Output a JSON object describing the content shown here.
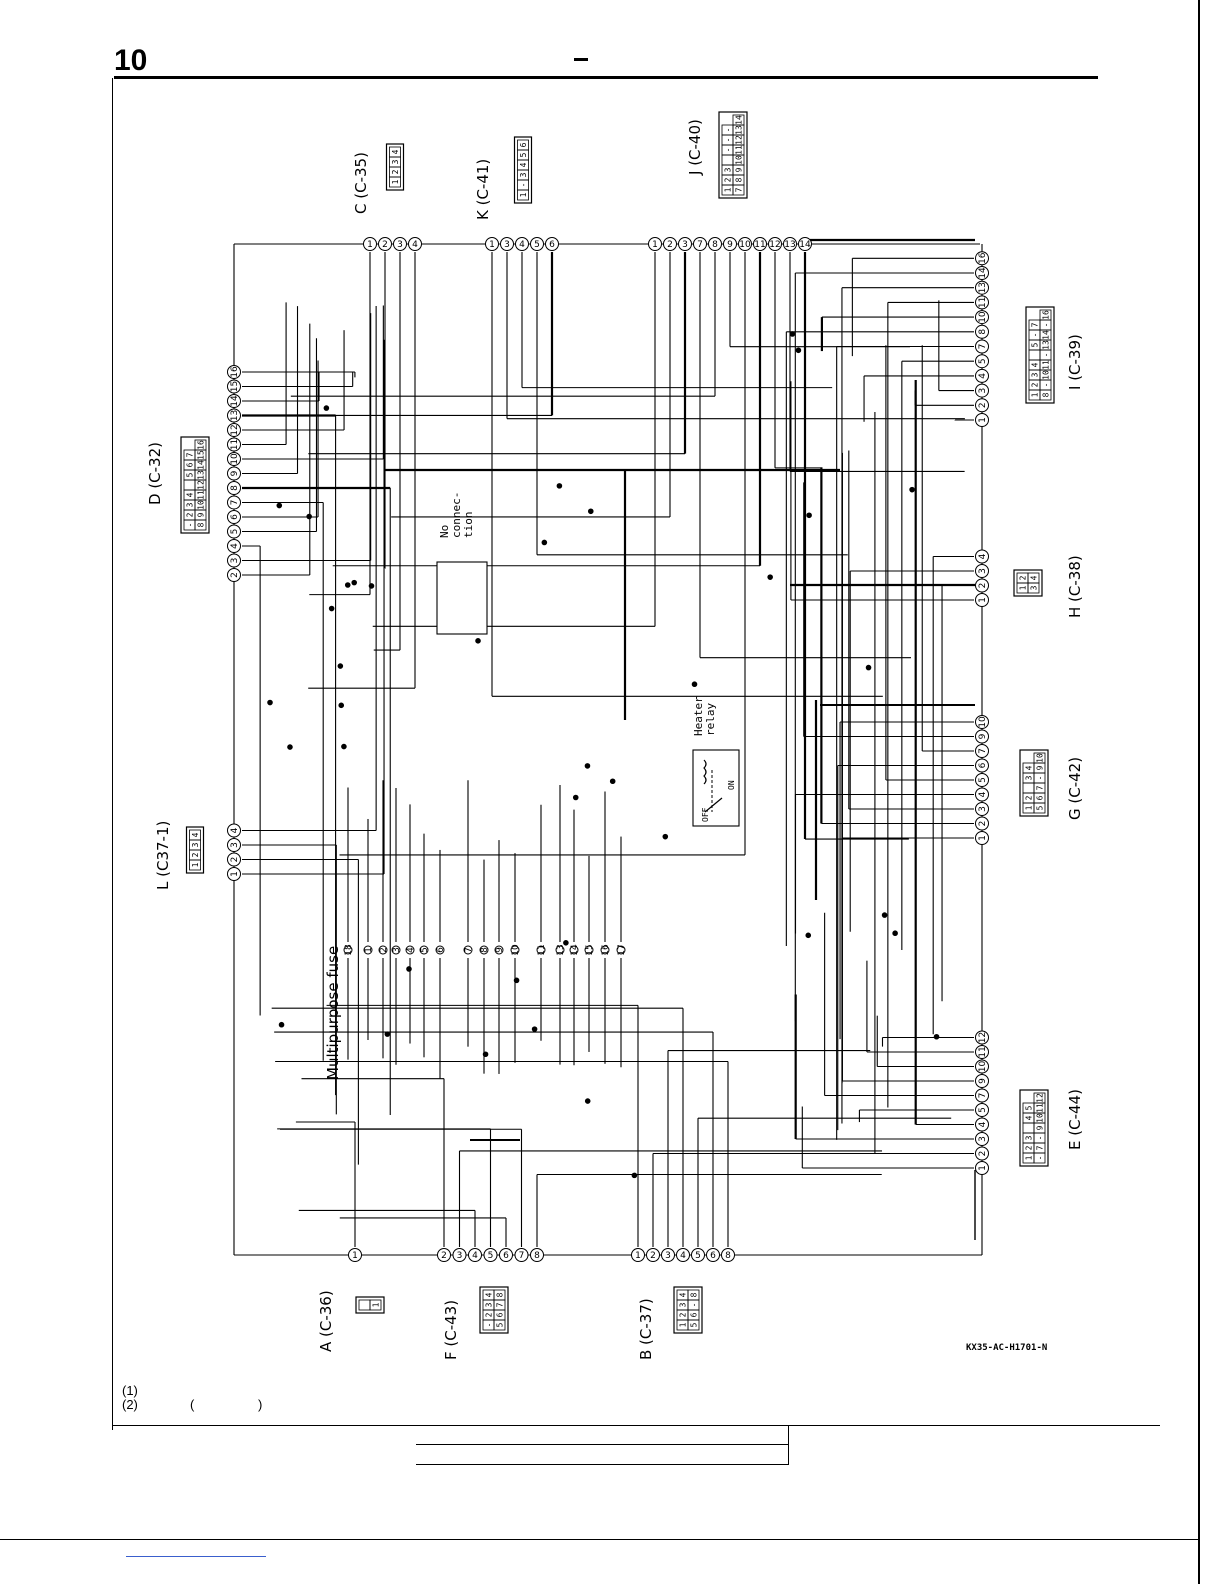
{
  "header": {
    "page_number": "10"
  },
  "diagram": {
    "connectors": [
      {
        "label": "A (C-36)",
        "cells_top": [
          ""
        ],
        "cells_bottom": [
          "1"
        ]
      },
      {
        "label": "F (C-43)",
        "cells_top": [
          "-",
          "2",
          "3",
          "4"
        ],
        "cells_bottom": [
          "5",
          "6",
          "7",
          "8"
        ]
      },
      {
        "label": "B (C-37)",
        "cells_top": [
          "1",
          "2",
          "3",
          "4"
        ],
        "cells_bottom": [
          "5",
          "6",
          "-",
          "8"
        ]
      },
      {
        "label": "L (C37-1)",
        "cells_top": [],
        "cells_bottom": [
          "1",
          "2",
          "3",
          "4"
        ]
      },
      {
        "label": "D (C-32)",
        "cells_top": [
          "-",
          "2",
          "3",
          "4",
          "",
          "5",
          "6",
          "7"
        ],
        "cells_bottom": [
          "8",
          "9",
          "10",
          "11",
          "12",
          "13",
          "14",
          "15",
          "16"
        ]
      },
      {
        "label": "C (C-35)",
        "cells_top": [
          "1",
          "2",
          "3",
          "4"
        ],
        "cells_bottom": []
      },
      {
        "label": "K (C-41)",
        "cells_top": [
          "1",
          "-",
          "3",
          "4",
          "5",
          "6"
        ],
        "cells_bottom": []
      },
      {
        "label": "J (C-40)",
        "cells_top": [
          "1",
          "2",
          "3",
          "",
          "-",
          "-",
          "-"
        ],
        "cells_bottom": [
          "7",
          "8",
          "9",
          "10",
          "11",
          "12",
          "13",
          "14"
        ]
      },
      {
        "label": "I (C-39)",
        "cells_top": [
          "1",
          "2",
          "3",
          "4",
          "",
          "5",
          "-",
          "7"
        ],
        "cells_bottom": [
          "8",
          "-",
          "10",
          "11",
          "-",
          "13",
          "14",
          "-",
          "16"
        ]
      },
      {
        "label": "H (C-38)",
        "cells_top": [
          "1",
          "2"
        ],
        "cells_bottom": [
          "3",
          "4"
        ]
      },
      {
        "label": "G (C-42)",
        "cells_top": [
          "1",
          "2",
          "",
          "3",
          "4"
        ],
        "cells_bottom": [
          "5",
          "6",
          "7",
          "-",
          "9",
          "10"
        ]
      },
      {
        "label": "E (C-44)",
        "cells_top": [
          "1",
          "2",
          "3",
          "",
          "4",
          "5"
        ],
        "cells_bottom": [
          "-",
          "7",
          "-",
          "9",
          "10",
          "11",
          "12"
        ]
      }
    ],
    "labels": {
      "multipurpose_fuse": "Multipurpose fuse",
      "no_connection": "No connec- tion",
      "heater_relay": "Heater relay",
      "relay_off": "OFF",
      "relay_on": "ON",
      "drawing_code": "KX35-AC-H1701-N"
    },
    "pins": {
      "A": [
        "1"
      ],
      "F": [
        "2",
        "3",
        "4",
        "5",
        "6",
        "7",
        "8"
      ],
      "B": [
        "1",
        "2",
        "3",
        "4",
        "5",
        "6",
        "8"
      ],
      "L": [
        "1",
        "2",
        "3",
        "4"
      ],
      "D": [
        "2",
        "3",
        "4",
        "5",
        "6",
        "7",
        "8",
        "9",
        "10",
        "11",
        "12",
        "13",
        "14",
        "15",
        "16"
      ],
      "C": [
        "1",
        "2",
        "3",
        "4"
      ],
      "K": [
        "1",
        "3",
        "4",
        "5",
        "6"
      ],
      "J": [
        "1",
        "2",
        "3",
        "7",
        "8",
        "9",
        "10",
        "11",
        "12",
        "13",
        "14"
      ],
      "I": [
        "1",
        "2",
        "3",
        "4",
        "5",
        "7",
        "8",
        "10",
        "11",
        "13",
        "14",
        "16"
      ],
      "H": [
        "1",
        "2",
        "3",
        "4"
      ],
      "G": [
        "1",
        "2",
        "3",
        "4",
        "5",
        "6",
        "7",
        "9",
        "10"
      ],
      "E": [
        "1",
        "2",
        "3",
        "4",
        "5",
        "7",
        "9",
        "10",
        "11",
        "12"
      ],
      "fuse": [
        "18",
        "1",
        "2",
        "3",
        "4",
        "5",
        "6",
        "7",
        "8",
        "9",
        "10",
        "11",
        "13",
        "14",
        "15",
        "16",
        "17"
      ]
    }
  },
  "footnotes": {
    "note1_num": "(1)",
    "note2_num": "(2)",
    "note2_paren": "( )"
  }
}
